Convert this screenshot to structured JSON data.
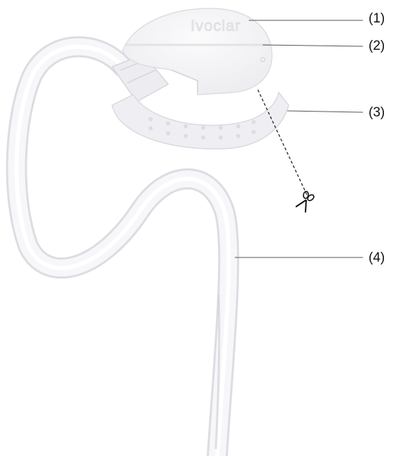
{
  "figure": {
    "brand_mark": "Ivoclar",
    "callouts": [
      {
        "id": "1",
        "label": "(1)"
      },
      {
        "id": "2",
        "label": "(2)"
      },
      {
        "id": "3",
        "label": "(3)"
      },
      {
        "id": "4",
        "label": "(4)"
      }
    ],
    "icons": {
      "cut_marker": "scissors-icon"
    },
    "colors": {
      "background": "#ffffff",
      "device_fill": "#f4f4f6",
      "device_stroke": "#dedee3",
      "leader_line": "#444444",
      "cut_line": "#222222"
    }
  }
}
